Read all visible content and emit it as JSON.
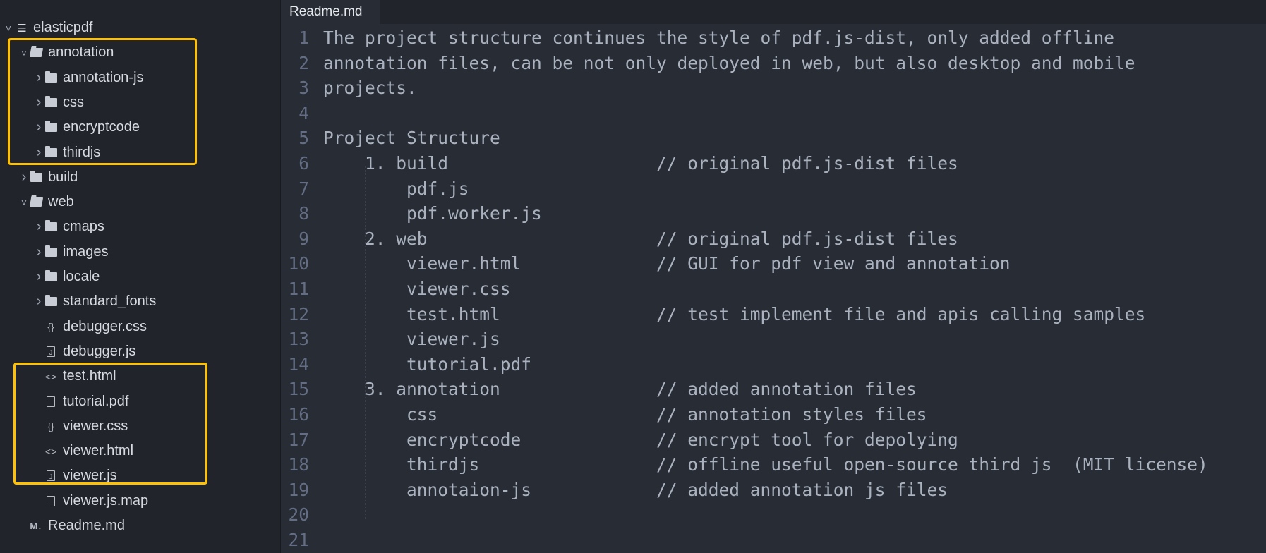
{
  "sidebar": {
    "items": [
      {
        "label": "elasticpdf",
        "type": "project",
        "level": 0,
        "expanded": true,
        "icon": "repo-icon"
      },
      {
        "label": "annotation",
        "type": "folder",
        "level": 1,
        "expanded": true,
        "icon": "folder-open-icon"
      },
      {
        "label": "annotation-js",
        "type": "folder",
        "level": 2,
        "expanded": false,
        "icon": "folder-icon"
      },
      {
        "label": "css",
        "type": "folder",
        "level": 2,
        "expanded": false,
        "icon": "folder-icon"
      },
      {
        "label": "encryptcode",
        "type": "folder",
        "level": 2,
        "expanded": false,
        "icon": "folder-icon"
      },
      {
        "label": "thirdjs",
        "type": "folder",
        "level": 2,
        "expanded": false,
        "icon": "folder-icon"
      },
      {
        "label": "build",
        "type": "folder",
        "level": 1,
        "expanded": false,
        "icon": "folder-icon"
      },
      {
        "label": "web",
        "type": "folder",
        "level": 1,
        "expanded": true,
        "icon": "folder-open-icon"
      },
      {
        "label": "cmaps",
        "type": "folder",
        "level": 2,
        "expanded": false,
        "icon": "folder-icon"
      },
      {
        "label": "images",
        "type": "folder",
        "level": 2,
        "expanded": false,
        "icon": "folder-icon"
      },
      {
        "label": "locale",
        "type": "folder",
        "level": 2,
        "expanded": false,
        "icon": "folder-icon"
      },
      {
        "label": "standard_fonts",
        "type": "folder",
        "level": 2,
        "expanded": false,
        "icon": "folder-icon"
      },
      {
        "label": "debugger.css",
        "type": "file",
        "level": 2,
        "icon": "css-braces-icon"
      },
      {
        "label": "debugger.js",
        "type": "file",
        "level": 2,
        "icon": "js-file-icon"
      },
      {
        "label": "test.html",
        "type": "file",
        "level": 2,
        "icon": "html-code-icon"
      },
      {
        "label": "tutorial.pdf",
        "type": "file",
        "level": 2,
        "icon": "file-icon"
      },
      {
        "label": "viewer.css",
        "type": "file",
        "level": 2,
        "icon": "css-braces-icon"
      },
      {
        "label": "viewer.html",
        "type": "file",
        "level": 2,
        "icon": "html-code-icon"
      },
      {
        "label": "viewer.js",
        "type": "file",
        "level": 2,
        "icon": "js-file-icon"
      },
      {
        "label": "viewer.js.map",
        "type": "file",
        "level": 2,
        "icon": "file-icon"
      },
      {
        "label": "Readme.md",
        "type": "file",
        "level": 1,
        "icon": "markdown-icon"
      }
    ]
  },
  "highlight_color": "#ffc000",
  "tabs": [
    {
      "label": "Readme.md",
      "active": true
    }
  ],
  "editor": {
    "lines": [
      "The project structure continues the style of pdf.js-dist, only added offline",
      "annotation files, can be not only deployed in web, but also desktop and mobile",
      "projects.",
      "",
      "Project Structure",
      "    1. build                    // original pdf.js-dist files",
      "        pdf.js",
      "        pdf.worker.js",
      "    2. web                      // original pdf.js-dist files",
      "        viewer.html             // GUI for pdf view and annotation",
      "        viewer.css",
      "        test.html               // test implement file and apis calling samples",
      "        viewer.js",
      "        tutorial.pdf",
      "    3. annotation               // added annotation files",
      "        css                     // annotation styles files",
      "        encryptcode             // encrypt tool for depolying",
      "        thirdjs                 // offline useful open-source third js  (MIT license)",
      "        annotaion-js            // added annotation js files",
      "",
      ""
    ]
  }
}
